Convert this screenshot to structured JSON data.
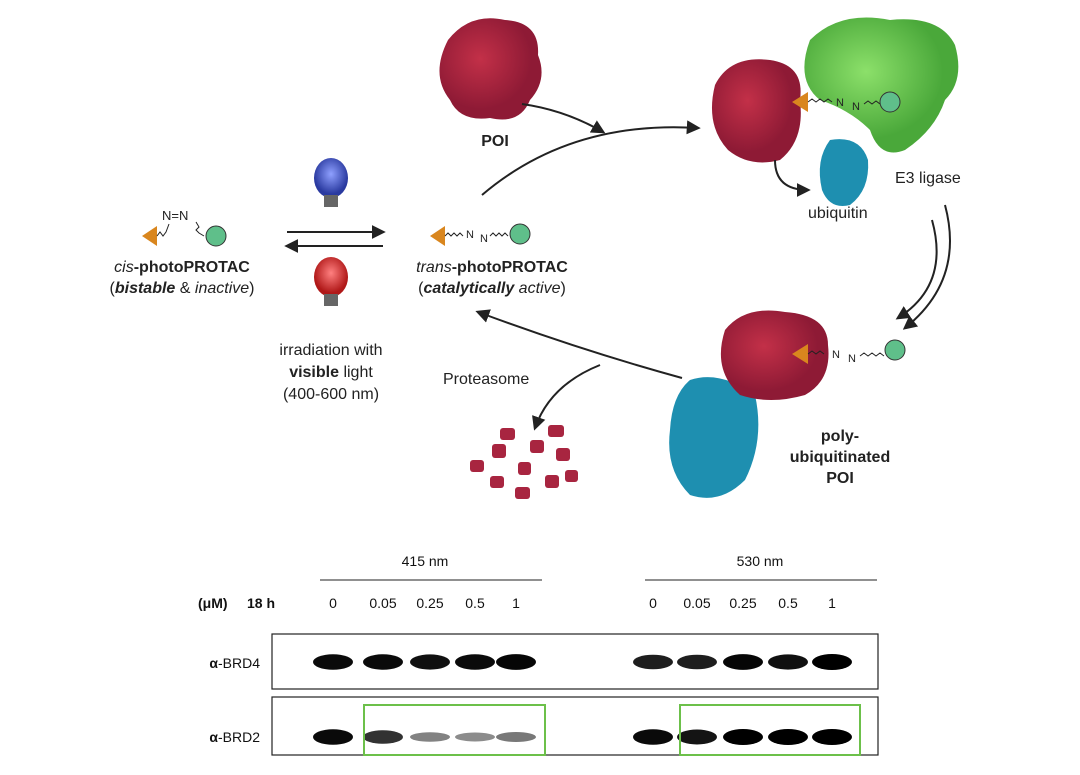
{
  "scheme": {
    "poi_label": "POI",
    "e3_label": "E3 ligase",
    "ubiquitin_label": "ubiquitin",
    "proteasome_label": "Proteasome",
    "azo_label": "N=N",
    "cis": {
      "prefix": "cis",
      "name": "-photoPROTAC",
      "paren_open": "(",
      "bistable": "bistable",
      "amp": " & ",
      "inactive": "inactive",
      "paren_close": ")"
    },
    "trans": {
      "prefix": "trans",
      "name": "-photoPROTAC",
      "paren_open": "(",
      "catalytically": "catalytically",
      "active": " active",
      "paren_close": ")"
    },
    "irradiation": {
      "line1": "irradiation with",
      "visible": "visible",
      "light": " light",
      "line3": "(400-600 nm)"
    },
    "poly_label": [
      "poly-",
      "ubiquitinated",
      "POI"
    ],
    "colors": {
      "poi": "#b3203a",
      "e3": "#6ad04a",
      "ubiquitin": "#1e8fb0",
      "warhead": "#d9861e",
      "ligand": "#5fbf8a",
      "blue_bulb": "#3a4fc0",
      "red_bulb": "#e02a2a",
      "highlight": "#6cc04a"
    }
  },
  "blot": {
    "groups": [
      {
        "label": "415 nm",
        "lanes": [
          "0",
          "0.05",
          "0.25",
          "0.5",
          "1"
        ]
      },
      {
        "label": "530 nm",
        "lanes": [
          "0",
          "0.05",
          "0.25",
          "0.5",
          "1"
        ]
      }
    ],
    "conc_unit": "(μM)",
    "time": "18 h",
    "rows": [
      {
        "label_prefix": "α",
        "label": "-BRD4",
        "intensity": [
          [
            0.95,
            0.95,
            0.92,
            0.95,
            0.97
          ],
          [
            0.85,
            0.85,
            0.97,
            0.92,
            1.0
          ]
        ]
      },
      {
        "label_prefix": "α",
        "label": "-BRD2",
        "intensity": [
          [
            0.95,
            0.75,
            0.35,
            0.3,
            0.4
          ],
          [
            0.95,
            0.9,
            1.0,
            1.0,
            1.0
          ]
        ]
      }
    ]
  }
}
